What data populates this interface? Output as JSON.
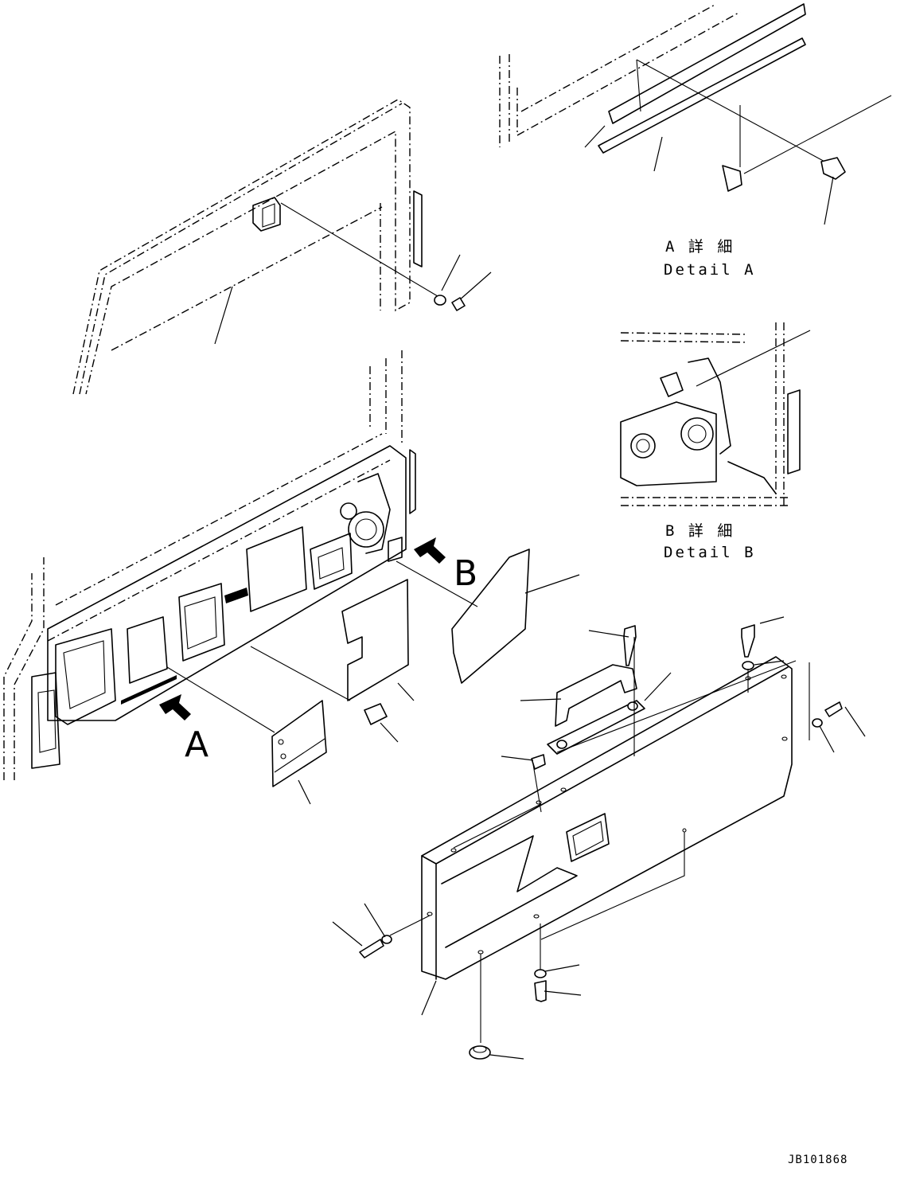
{
  "callouts": {
    "view_a": "A",
    "view_b": "B"
  },
  "details": {
    "a_jp": "A 詳 細",
    "a_en": "Detail A",
    "b_jp": "B 詳 細",
    "b_en": "Detail B"
  },
  "drawing_number": "JB101868"
}
